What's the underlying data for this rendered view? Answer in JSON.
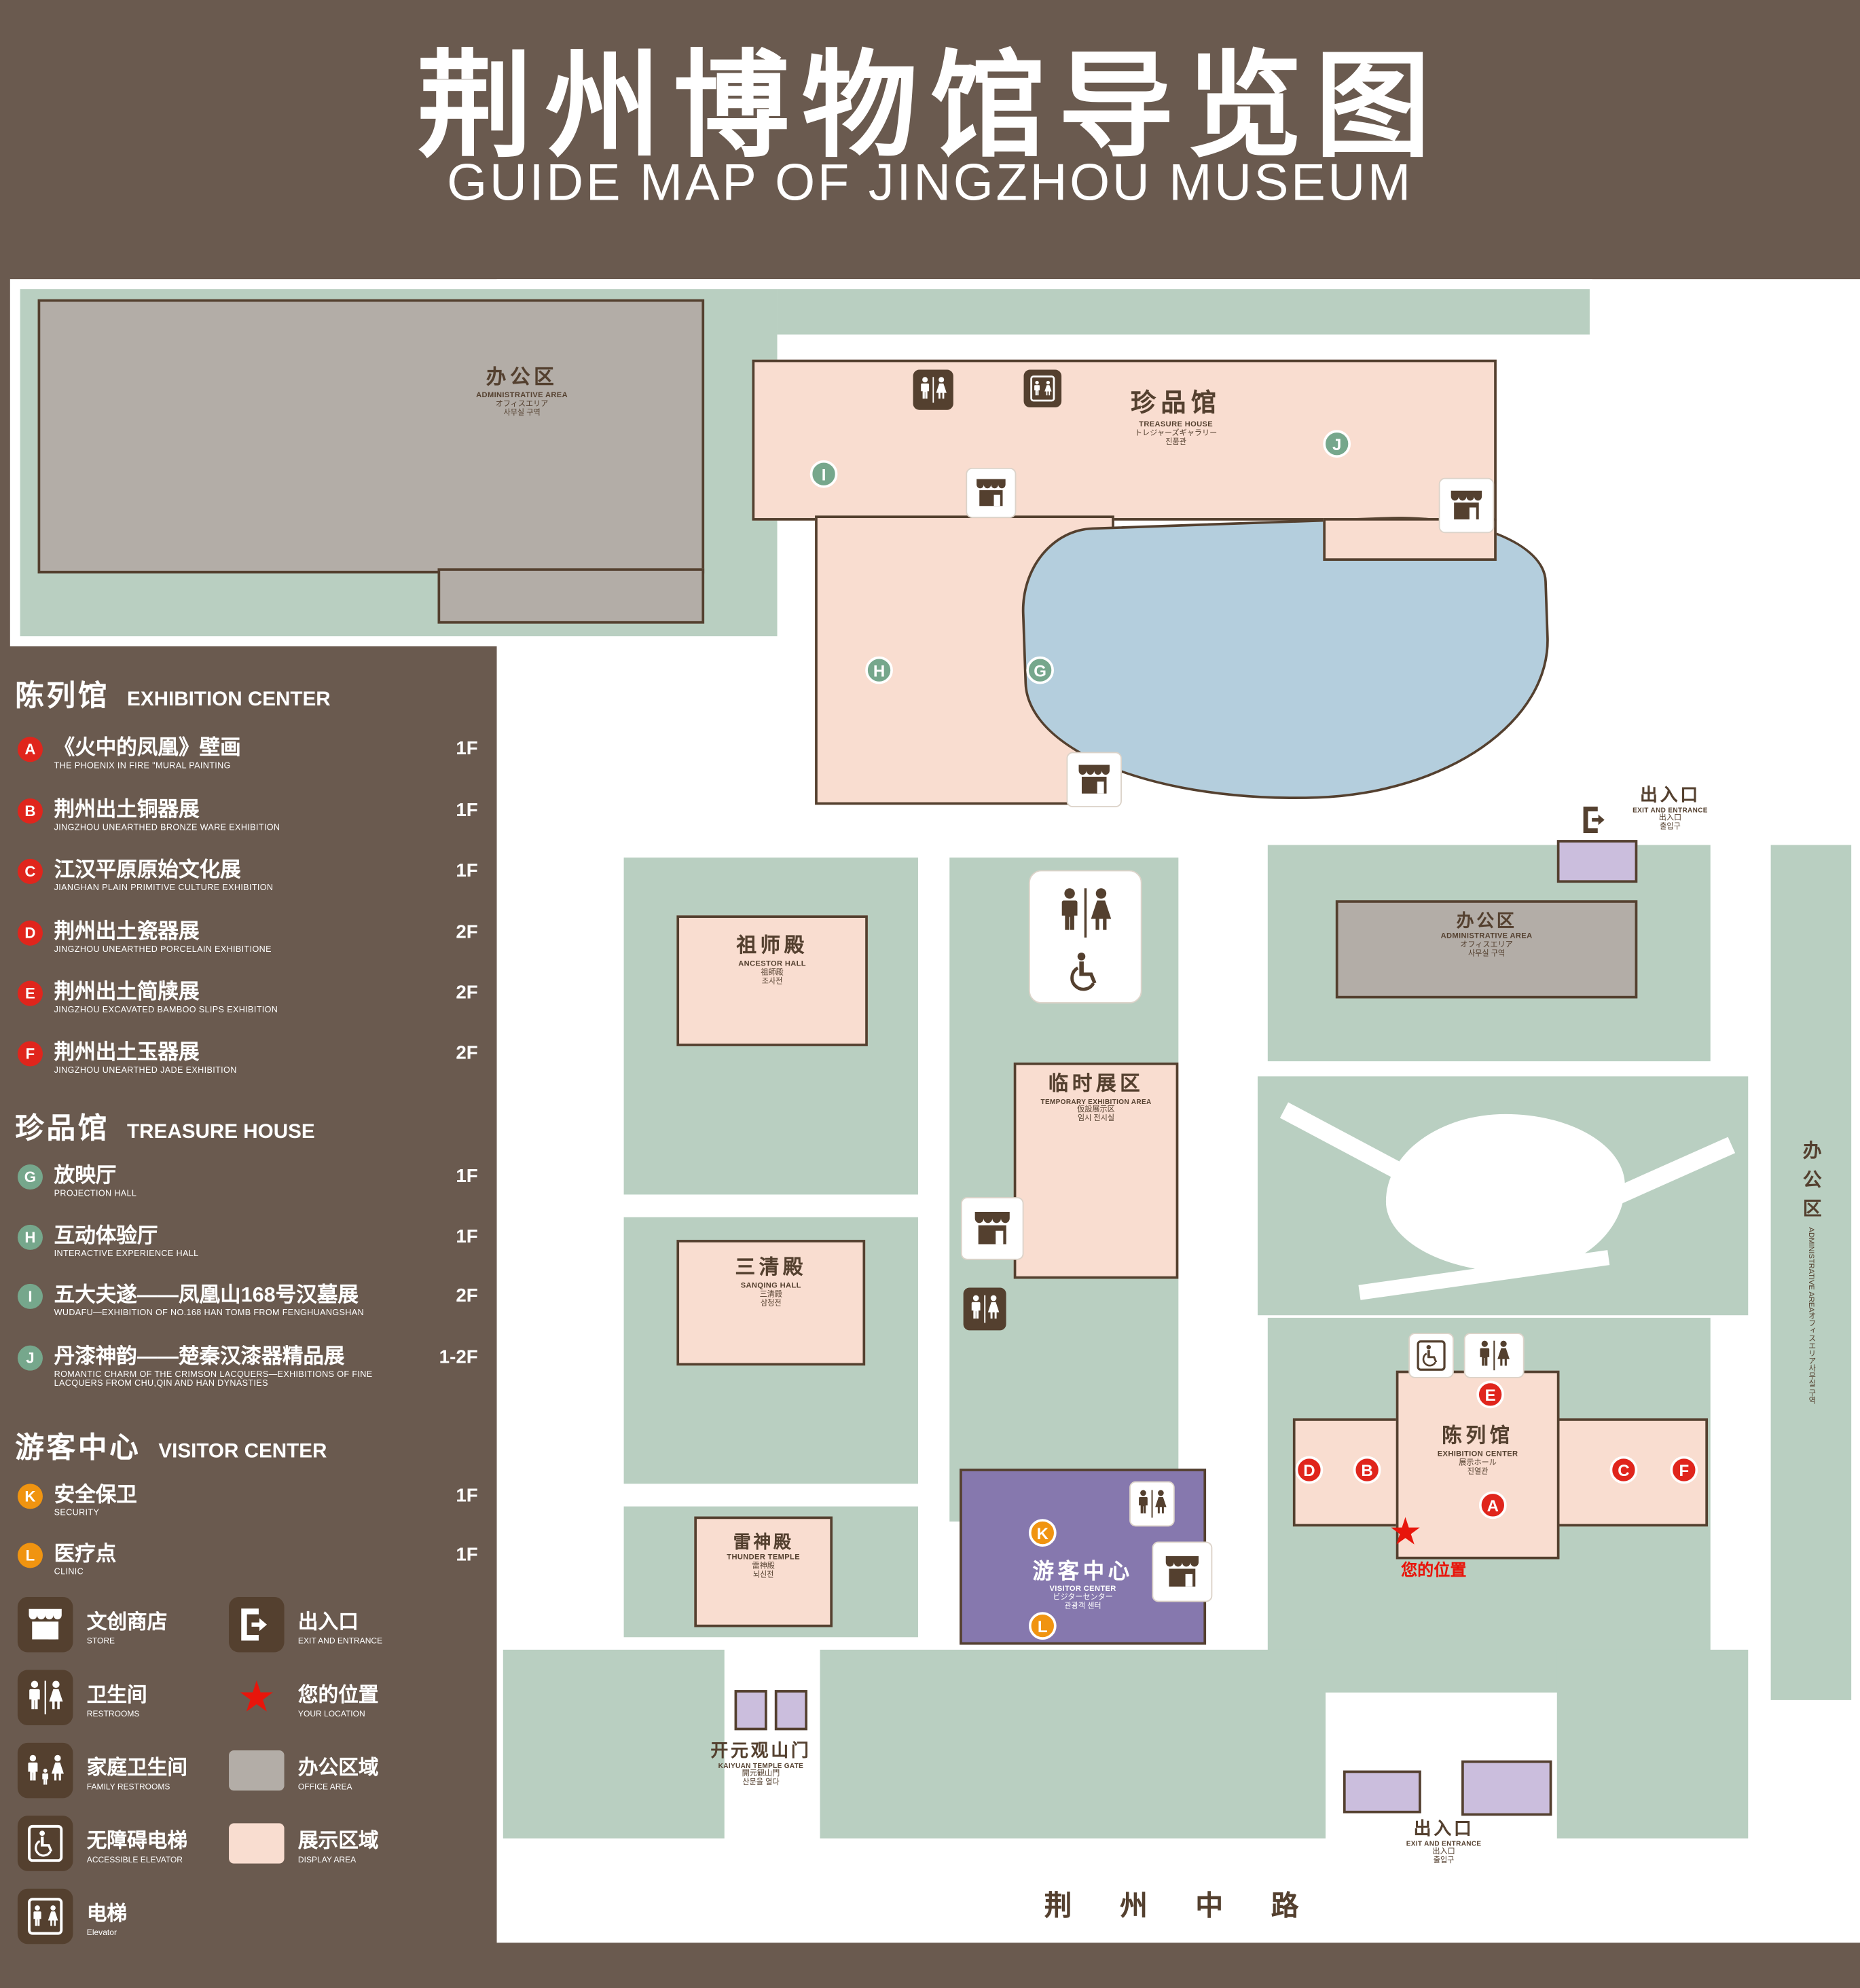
{
  "header": {
    "title": "荆州博物馆导览图",
    "subtitle": "GUIDE MAP OF JINGZHOU MUSEUM"
  },
  "colors": {
    "background": "#6a5a4f",
    "lawn": "#b9cfc1",
    "display_area": "#f9ddd0",
    "office_area": "#b3ada7",
    "visitor_center": "#8678ae",
    "gate_building": "#cbbedd",
    "pond": "#b4cedd",
    "ink": "#54402f",
    "marker_red": "#e0251c",
    "marker_green": "#76a78c",
    "marker_orange": "#f09410",
    "location_red": "#e8150b"
  },
  "legend": {
    "sections": [
      {
        "zh": "陈列馆",
        "en": "EXHIBITION CENTER",
        "items": [
          {
            "letter": "A",
            "zh": "《火中的凤凰》壁画",
            "en": "THE PHOENIX IN FIRE \"MURAL PAINTING",
            "floor": "1F"
          },
          {
            "letter": "B",
            "zh": "荆州出土铜器展",
            "en": "JINGZHOU UNEARTHED BRONZE WARE EXHIBITION",
            "floor": "1F"
          },
          {
            "letter": "C",
            "zh": "江汉平原原始文化展",
            "en": "JIANGHAN PLAIN PRIMITIVE CULTURE EXHIBITION",
            "floor": "1F"
          },
          {
            "letter": "D",
            "zh": "荆州出土瓷器展",
            "en": "JINGZHOU UNEARTHED PORCELAIN EXHIBITIONE",
            "floor": "2F"
          },
          {
            "letter": "E",
            "zh": "荆州出土简牍展",
            "en": "JINGZHOU EXCAVATED BAMBOO SLIPS EXHIBITION",
            "floor": "2F"
          },
          {
            "letter": "F",
            "zh": "荆州出土玉器展",
            "en": "JINGZHOU UNEARTHED JADE EXHIBITION",
            "floor": "2F"
          }
        ]
      },
      {
        "zh": "珍品馆",
        "en": "TREASURE HOUSE",
        "items": [
          {
            "letter": "G",
            "zh": "放映厅",
            "en": "PROJECTION HALL",
            "floor": "1F"
          },
          {
            "letter": "H",
            "zh": "互动体验厅",
            "en": "INTERACTIVE EXPERIENCE HALL",
            "floor": "1F"
          },
          {
            "letter": "I",
            "zh": "五大夫遂——凤凰山168号汉墓展",
            "en": "WUDAFU—EXHIBITION OF NO.168 HAN TOMB FROM FENGHUANGSHAN",
            "floor": "2F"
          },
          {
            "letter": "J",
            "zh": "丹漆神韵——楚秦汉漆器精品展",
            "en": "ROMANTIC CHARM OF THE CRIMSON LACQUERS—EXHIBITIONS OF FINE LACQUERS FROM CHU,QIN AND HAN DYNASTIES",
            "floor": "1-2F"
          }
        ]
      },
      {
        "zh": "游客中心",
        "en": "VISITOR CENTER",
        "items": [
          {
            "letter": "K",
            "zh": "安全保卫",
            "en": "SECURITY",
            "floor": "1F"
          },
          {
            "letter": "L",
            "zh": "医疗点",
            "en": "CLINIC",
            "floor": "1F"
          }
        ]
      }
    ],
    "symbols": [
      {
        "icon": "store-icon",
        "zh": "文创商店",
        "en": "STORE"
      },
      {
        "icon": "exit-icon",
        "zh": "出入口",
        "en": "EXIT AND ENTRANCE"
      },
      {
        "icon": "restroom-icon",
        "zh": "卫生间",
        "en": "RESTROOMS"
      },
      {
        "icon": "location-star-icon",
        "zh": "您的位置",
        "en": "YOUR LOCATION"
      },
      {
        "icon": "family-restroom-icon",
        "zh": "家庭卫生间",
        "en": "FAMILY RESTROOMS"
      },
      {
        "icon": "office-area-swatch",
        "zh": "办公区域",
        "en": "OFFICE AREA"
      },
      {
        "icon": "accessible-elevator-icon",
        "zh": "无障碍电梯",
        "en": "ACCESSIBLE ELEVATOR"
      },
      {
        "icon": "display-area-swatch",
        "zh": "展示区域",
        "en": "DISPLAY AREA"
      },
      {
        "icon": "elevator-icon",
        "zh": "电梯",
        "en": "Elevator"
      }
    ]
  },
  "map": {
    "labels": {
      "admin_top": {
        "lines": [
          "办公区",
          "ADMINISTRATIVE AREA",
          "オフィスエリア",
          "사무실 구역"
        ]
      },
      "treasure_house": {
        "lines": [
          "珍品馆",
          "TREASURE HOUSE",
          "トレジャーズギャラリー",
          "진품관"
        ]
      },
      "admin_mid": {
        "lines": [
          "办公区",
          "ADMINISTRATIVE AREA",
          "オフィスエリア",
          "사무실 구역"
        ]
      },
      "admin_right": {
        "lines": [
          "办公区",
          "ADMINISTRATIVE AREA",
          "オフィスエリア",
          "사무실 구역"
        ]
      },
      "ancestor_hall": {
        "lines": [
          "祖师殿",
          "ANCESTOR HALL",
          "祖師殿",
          "조사전"
        ]
      },
      "temporary_exhibition": {
        "lines": [
          "临时展区",
          "TEMPORARY EXHIBITION AREA",
          "仮設展示区",
          "임시 전시실"
        ]
      },
      "sanqing_hall": {
        "lines": [
          "三清殿",
          "SANQING HALL",
          "三清殿",
          "삼청전"
        ]
      },
      "thunder_temple": {
        "lines": [
          "雷神殿",
          "THUNDER TEMPLE",
          "雷神殿",
          "뇌신전"
        ]
      },
      "visitor_center": {
        "lines": [
          "游客中心",
          "VISITOR CENTER",
          "ビジターセンター",
          "관광객 센터"
        ]
      },
      "exhibition_center": {
        "lines": [
          "陈列馆",
          "EXHIBITION CENTER",
          "展示ホール",
          "진열관"
        ]
      },
      "exit_right": {
        "lines": [
          "出入口",
          "EXIT AND ENTRANCE",
          "出入口",
          "출입구"
        ]
      },
      "exit_bottom": {
        "lines": [
          "出入口",
          "EXIT AND ENTRANCE",
          "出入口",
          "출입구"
        ]
      },
      "kaiyuan_gate": {
        "lines": [
          "开元观山门",
          "KAIYUAN TEMPLE GATE",
          "開元観山門",
          "산문을 열다"
        ]
      }
    },
    "markers": {
      "A": "A",
      "B": "B",
      "C": "C",
      "D": "D",
      "E": "E",
      "F": "F",
      "G": "G",
      "H": "H",
      "I": "I",
      "J": "J",
      "K": "K",
      "L": "L"
    },
    "road": "荆 州 中 路",
    "your_location": "您的位置"
  }
}
